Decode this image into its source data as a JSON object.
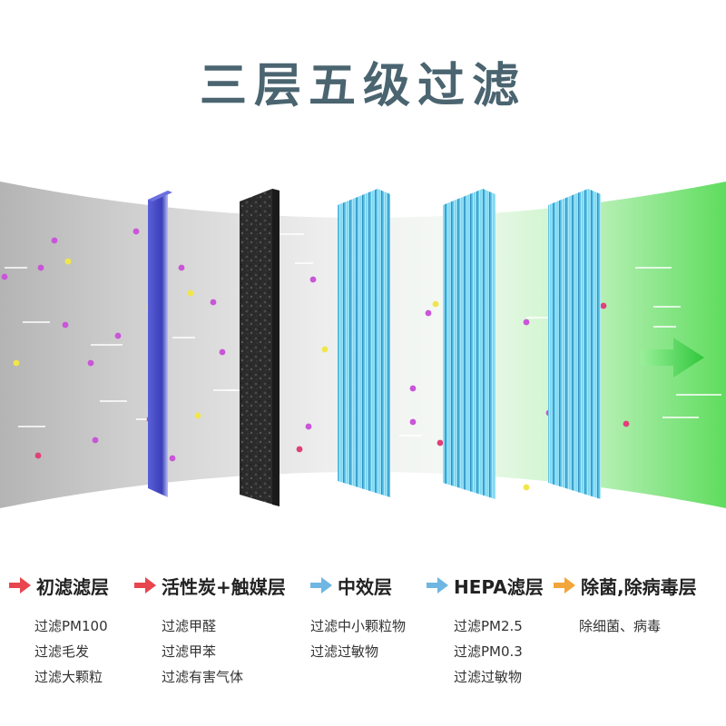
{
  "title": "三层五级过滤",
  "colors": {
    "title": "#4a6470",
    "arrow_red": "#e8454f",
    "arrow_blue": "#6fb6e2",
    "arrow_orange": "#f2a53a",
    "prefilter_blue": "#3a3fb8",
    "carbon_black": "#2b2b2b",
    "hepa_cyan": "#4fc3e8",
    "outflow_green": "#6ee36a"
  },
  "stages": [
    {
      "name": "初滤滤层",
      "arrow": "red",
      "items": [
        "过滤PM100",
        "过滤毛发",
        "过滤大颗粒"
      ]
    },
    {
      "name": "活性炭+触媒层",
      "arrow": "red",
      "items": [
        "过滤甲醛",
        "过滤甲苯",
        "过滤有害气体"
      ]
    },
    {
      "name": "中效层",
      "arrow": "blue",
      "items": [
        "过滤中小颗粒物",
        "过滤过敏物"
      ]
    },
    {
      "name": "HEPA滤层",
      "arrow": "blue",
      "items": [
        "过滤PM2.5",
        "过滤PM0.3",
        "过滤过敏物"
      ]
    },
    {
      "name": "除菌,除病毒层",
      "arrow": "orange",
      "items": [
        "除细菌、病毒"
      ]
    }
  ]
}
